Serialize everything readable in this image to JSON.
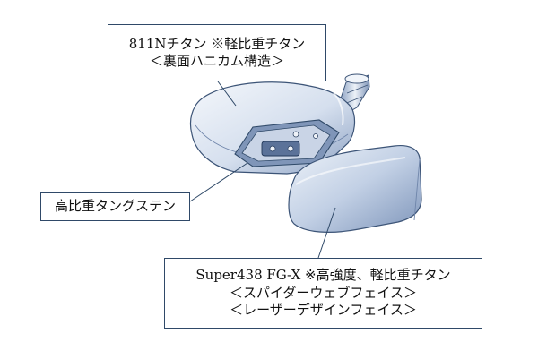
{
  "callouts": {
    "crown": {
      "line1": "811Nチタン ※軽比重チタン",
      "line2": "＜裏面ハニカム構造＞"
    },
    "weight": {
      "line1": "高比重タングステン"
    },
    "face": {
      "line1": "Super438 FG-X ※高強度、軽比重チタン",
      "line2": "＜スパイダーウェブフェイス＞",
      "line3": "＜レーザーデザインフェイス＞"
    }
  },
  "colors": {
    "frame": "#2f4968",
    "metal_light": "#e9eef6",
    "metal_mid": "#b9c7de",
    "metal_dark": "#6f85aa",
    "outline": "#3c5477"
  }
}
